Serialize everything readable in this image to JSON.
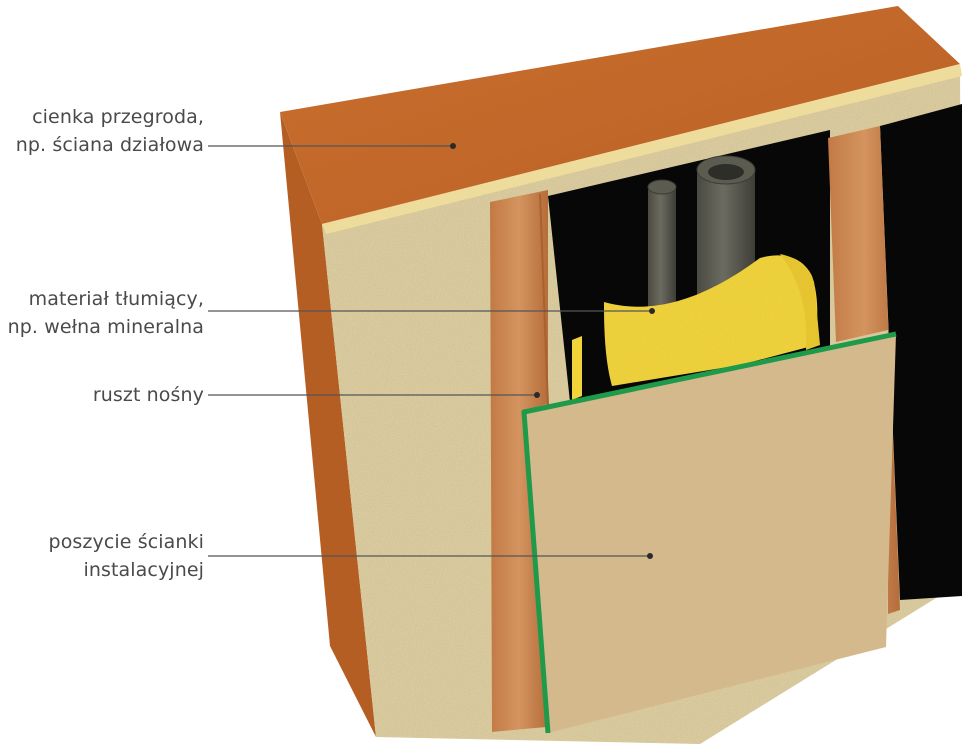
{
  "labels": {
    "thin_partition": {
      "line1": "cienka przegroda,",
      "line2": "np. ściana działowa"
    },
    "damping_material": {
      "line1": "materiał tłumiący,",
      "line2": "np. wełna mineralna"
    },
    "support_frame": {
      "line1": "ruszt nośny"
    },
    "installation_cladding": {
      "line1": "poszycie ścianki",
      "line2": "instalacyjnej"
    }
  },
  "colors": {
    "wall_top": "#c4692c",
    "wall_side": "#b55e24",
    "wall_front": "#e3d4a6",
    "stud": "#c9834e",
    "cavity": "#070707",
    "pipe": "#5b5b50",
    "wool": "#f1d43a",
    "board_face": "#d4b98d",
    "board_edge": "#1f9a4a",
    "leader_line": "#555555",
    "label_text": "#4a4a4a"
  }
}
